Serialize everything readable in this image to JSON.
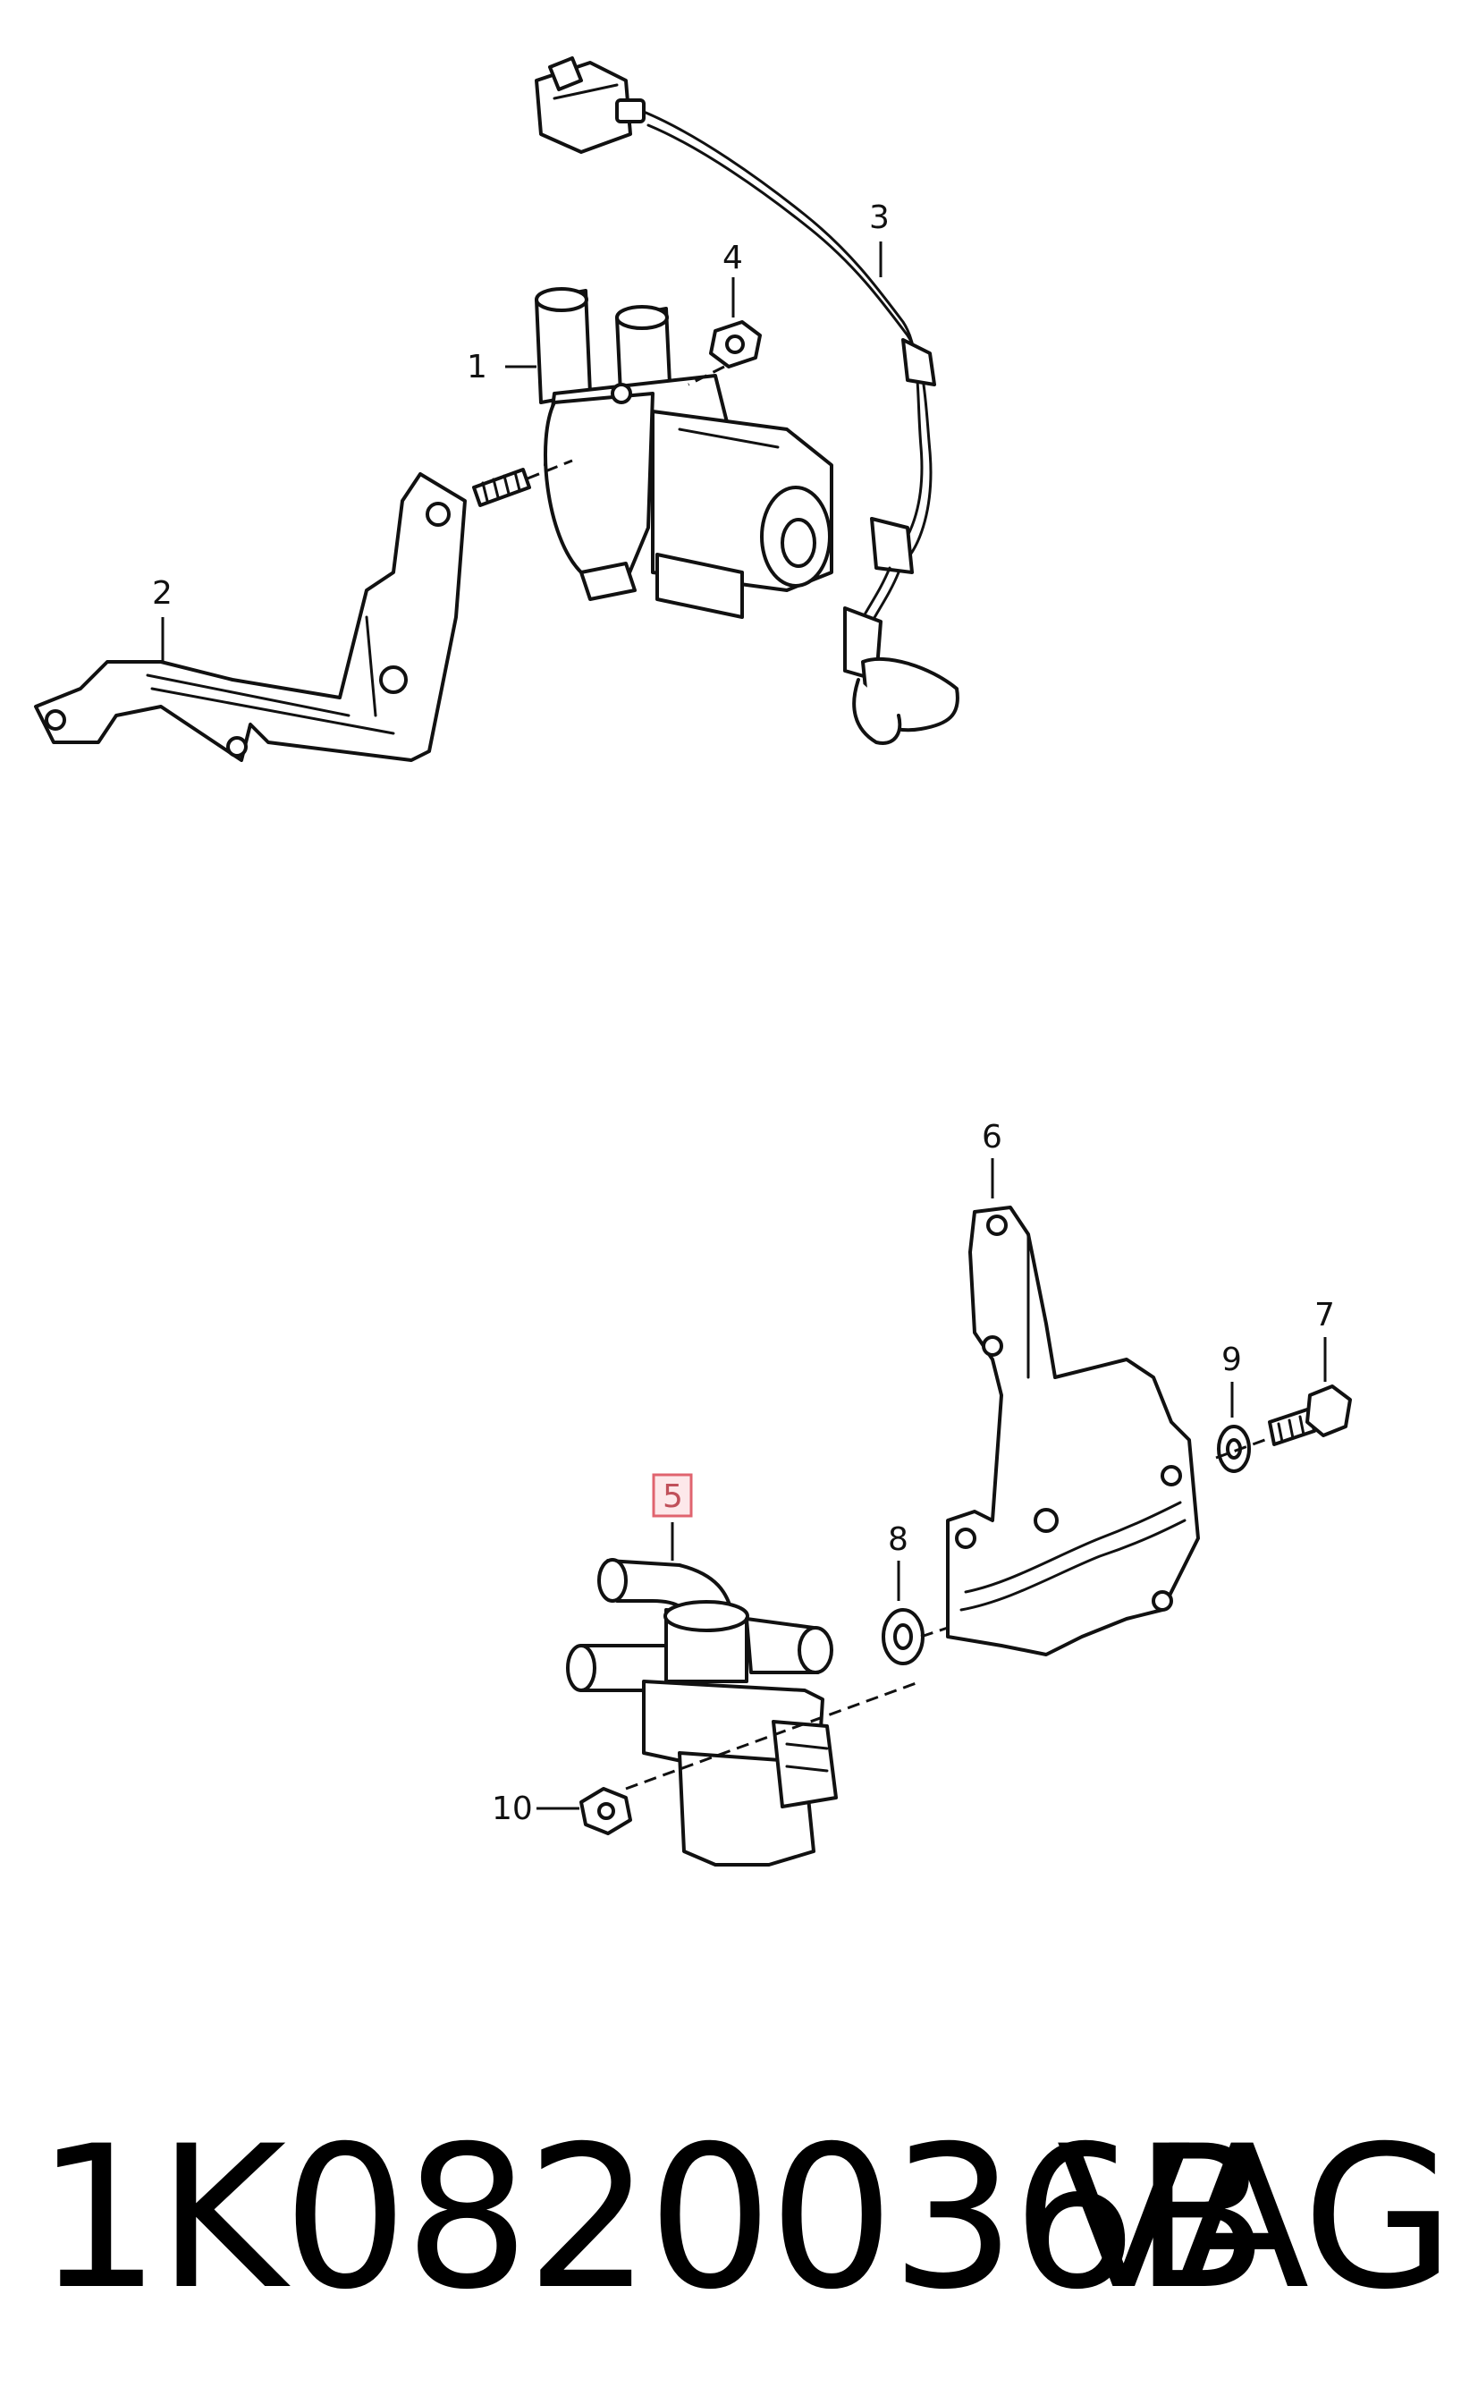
{
  "callouts": {
    "c1": "1",
    "c2": "2",
    "c3": "3",
    "c4": "4",
    "c5": "5",
    "c6": "6",
    "c7": "7",
    "c8": "8",
    "c9": "9",
    "c10": "10"
  },
  "highlighted_callout": "5",
  "highlight_color": "#e0646f",
  "footer": {
    "part_number": "1K0820036B",
    "brand": "VAG"
  }
}
